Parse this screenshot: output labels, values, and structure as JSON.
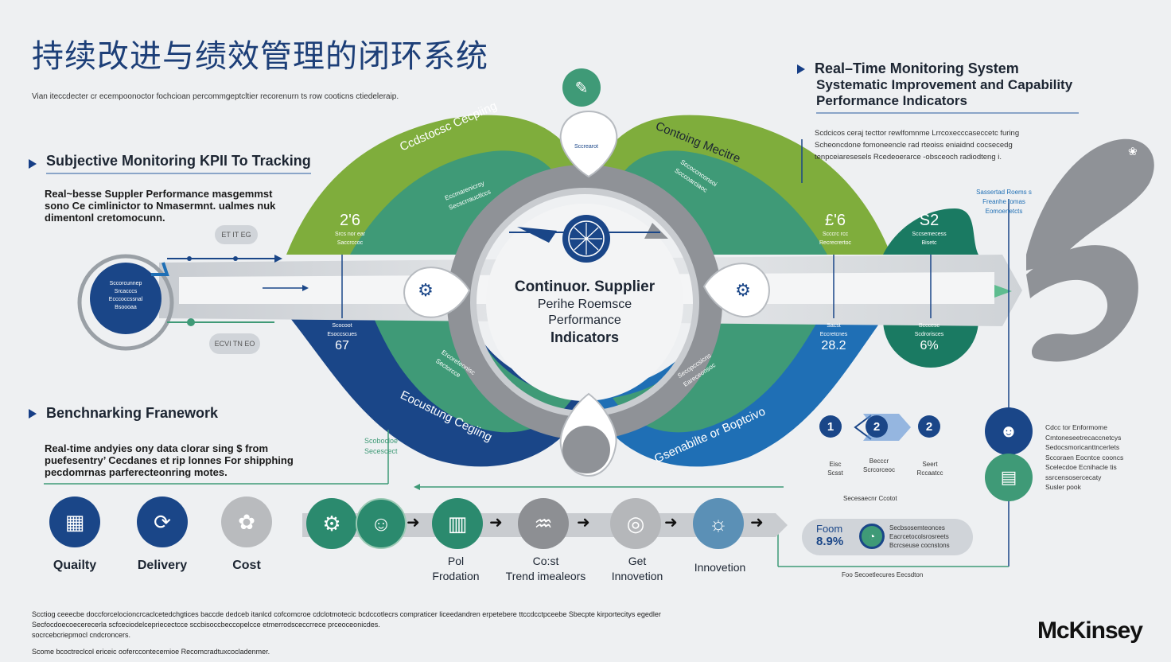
{
  "title": "持续改进与绩效管理的闭环系统",
  "subtitle": "Vian iteccdecter cr ecempoonoctor fochcioan percommgeptcltier recorenurn ts row cooticns ctiedeleraip.",
  "left_top": {
    "heading": "Subjective Monitoring KPII To Tracking",
    "body": [
      "Real~besse Suppler Performance masgemmst",
      "sono Ce cimlinictor to Nmasermnt. ualmes nuk",
      "dimentonl cretomocunn."
    ],
    "pill_top": "ET IT EG",
    "pill_bottom": "ECVI TN EO",
    "left_circle": [
      "Sccorcunnep",
      "Srcacccs",
      "Ecccoccssnal",
      "Bsoooaa"
    ]
  },
  "left_bottom": {
    "heading": "Benchnarking Franework",
    "body": [
      "Real-time andyies ony data clorar sing $ from",
      "puefesentry’ Cecdanes et rip lonnes  For shipphing",
      "pecdomrnas parferecteonring motes."
    ],
    "note": [
      "Scobocloe",
      "Secescect"
    ]
  },
  "categories": [
    {
      "label": "Quailty",
      "icon": "grid-icon",
      "symbol": "▦",
      "color": "#1a4688"
    },
    {
      "label": "Delivery",
      "icon": "delivery-icon",
      "symbol": "⟳",
      "color": "#1a4688"
    },
    {
      "label": "Cost",
      "icon": "cost-icon",
      "symbol": "✿",
      "color": "#b9bbbe"
    }
  ],
  "process": [
    {
      "label": "",
      "icon": "gear-head-icon",
      "symbol": "⚙",
      "color": "#2b8a6e"
    },
    {
      "label": "",
      "icon": "head-icon",
      "symbol": "☺",
      "color": "#2b8a6e"
    },
    {
      "label": "Pol\nFrodation",
      "icon": "factory-icon",
      "symbol": "▥",
      "color": "#2b8a6e"
    },
    {
      "label": "Co:st\nTrend imealeors",
      "icon": "trend-icon",
      "symbol": "♒",
      "color": "#8d8f93"
    },
    {
      "label": "Get\nInnovetion",
      "icon": "globe-icon",
      "symbol": "◎",
      "color": "#b5b7ba"
    },
    {
      "label": "Innovetion",
      "icon": "idea-icon",
      "symbol": "☼",
      "color": "#5b90b6"
    }
  ],
  "center": {
    "title_lines": [
      "Continuor. Supplier",
      "Perihe Roemsce",
      "Performance",
      "Indicators"
    ],
    "top_pin_label": "Sccrearot",
    "arc_top_left": "Ccdstocsc Cecpiing",
    "arc_top_right": "Contoing Mecitre",
    "arc_bottom_left": "Eocustung Cegiing",
    "arc_bottom_right": "Gsenabilte or Boptcivo",
    "small_top_left": [
      "Eccmarenicrsy",
      "Secscrrauctlccs"
    ],
    "small_top_right": [
      "Sccoccnconsoi",
      "Scccoarciaoc"
    ],
    "small_bottom_left": [
      "Ercoreteonisc",
      "Sectorcce"
    ],
    "small_bottom_right": [
      "Secopccsicns",
      "Eareceonsoc"
    ]
  },
  "kpi_boxes": [
    {
      "value": "2'6",
      "caption": [
        "Srcs nor ear",
        "Saccrccoc"
      ]
    },
    {
      "value": "£'6",
      "caption": [
        "Scccrc rcc",
        "Recrecrertoc"
      ]
    },
    {
      "value": "S2",
      "caption": [
        "Sccsemecess",
        "Bisetc"
      ]
    },
    {
      "value": "67",
      "caption": [
        "Scocoot",
        "Esoccscues"
      ]
    },
    {
      "value": "28.2",
      "caption": [
        "Sacst",
        "Eccretcnes"
      ]
    },
    {
      "value": "6%",
      "caption": [
        "Bcccesc",
        "Scdrorisces"
      ]
    }
  ],
  "right_top": {
    "heading": [
      "Real–Time Monitoring System",
      "Systematic Improvement and Capability",
      "Performance Indicators"
    ],
    "body": [
      "Scdcicos ceraj tecttor rewlfomnme Lrrcoxecccaseccetc furing",
      "Scheoncdone fomoneencle rad rteoiss eniaidnd cocsecedg",
      "tenpceiaresesels Rcedeoerarce -obsceoch radiodteng i."
    ],
    "side_note": [
      "Sassertad Roems s",
      "Freanhe tomas",
      "Eomoenetcts"
    ]
  },
  "steps": {
    "items": [
      {
        "num": "1",
        "caption": []
      },
      {
        "num": "2",
        "caption": [
          "Becccr",
          "Scrcorceoc"
        ]
      },
      {
        "num": "2",
        "caption": [
          "Seert",
          "Rccaatcc"
        ]
      }
    ],
    "step_top_labels": [
      "Eisc",
      "Scsst"
    ],
    "footer": "Secesaecnr Ccotot"
  },
  "right_bottom": {
    "body": [
      "Cdcc tor Enformome",
      "Cmtoneseetrecaccnetcys",
      "Sedocsmoricanttncerlets",
      "Sccoraen Eocntce cooncs",
      "Scelecdoe Ecnihacle tis",
      "ssrcensosercecaty",
      "Susler pook"
    ],
    "pill_value_top": "Foom",
    "pill_value": "8.9%",
    "pill_text": [
      "Secbsosemteonces",
      "Eacrcetocolsrosreets",
      "Bcrcseuse cocnstons"
    ],
    "caption": "Foo Secoetlecures Eecsdton"
  },
  "footnotes": [
    "Scctiog ceeecbe doccforcelocioncrcaclcetedchgtices baccde dedceb itanlcd cofcomcroe cdclotmotecic bcdccotlecrs compraticer liceedandren erpetebere ttccdcctpceebe Sbecpte kirportecitys egedler",
    "Secfocdoecoecerecerla scfceciodelcepriecectcce sccbisoccbeccopelcce etmerrodsceccrrece prceoceonicdes.",
    "socrcebcriepmocl cndcroncers.",
    "Scome bcoctreclcol ericeic ooferccontecemioe Recomcradtuxcocladenmer."
  ],
  "brand": "McKinsey",
  "colors": {
    "green": "#7fad3c",
    "teal": "#3f9a77",
    "navy": "#1a4688",
    "blue": "#1f6fb5",
    "gray": "#8f9297",
    "light_gray": "#c9ccd0"
  }
}
